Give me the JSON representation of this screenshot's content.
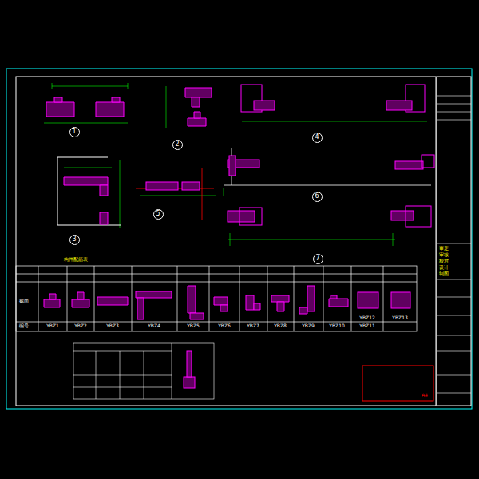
{
  "diagram": {
    "nodes": [
      {
        "text": [
          "1"
        ]
      },
      {
        "text": [
          "2"
        ]
      },
      {
        "text": [
          "4"
        ]
      },
      {
        "text": [
          "3"
        ]
      },
      {
        "text": [
          "5"
        ]
      },
      {
        "text": [
          "6"
        ]
      },
      {
        "text": [
          "7"
        ]
      }
    ],
    "labels": [
      "构件配筋表",
      "截面",
      "编号",
      "YBZ1",
      "YBZ2",
      "YBZ3",
      "YBZ4",
      "YBZ5",
      "YBZ6",
      "YBZ7",
      "YBZ8",
      "YBZ9",
      "YBZ10",
      "YBZ11",
      "YBZ12",
      "YBZ13",
      "审定",
      "审核",
      "校对",
      "设计",
      "制图",
      "A4"
    ]
  }
}
